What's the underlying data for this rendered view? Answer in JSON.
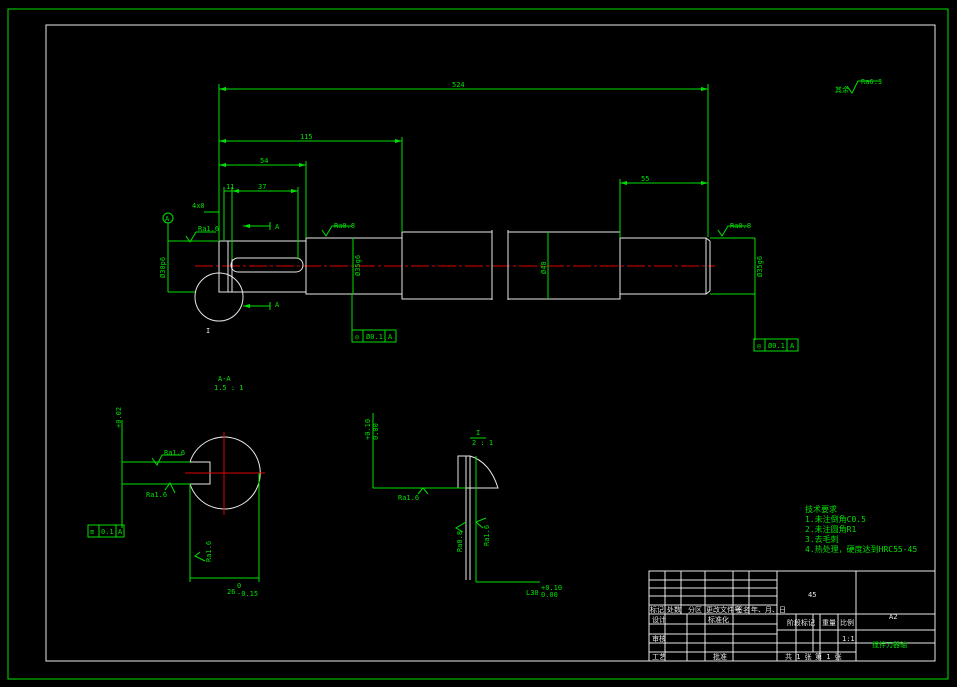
{
  "dimensions": {
    "overall_length": "524",
    "len_115": "115",
    "len_54": "54",
    "len_37": "37",
    "len_11": "11",
    "len_55": "55",
    "chamfer": "4x0",
    "dia_30": "Ø30p6",
    "dia_35_left": "Ø35g6",
    "dia_40": "Ø40",
    "dia_35_right": "Ø35g6",
    "keyway_depth": "26",
    "keyway_tol_upper": "0",
    "keyway_tol_lower": "-0.15",
    "keyway_width_tol": "+0.02",
    "detail_tol_upper": "+0.10",
    "detail_tol_lower": "0.00",
    "detail_length": "L30",
    "detail_len_upper": "+0.10",
    "detail_len_lower": "0.00"
  },
  "roughness": {
    "general": "Ra6.3",
    "general_prefix": "其余",
    "ra16": "Ra1.6",
    "ra08_left": "Ra0.8",
    "ra08_right": "Ra0.8",
    "section_top": "Ra1.6",
    "section_bottom": "Ra1.6",
    "section_vert": "Ra1.6",
    "detail_left": "Ra1.6",
    "detail_vert1": "Ra0.8",
    "detail_vert2": "Ra1.6"
  },
  "tolerance_frames": {
    "runout_left": {
      "symbol": "◎",
      "value": "Ø0.1",
      "datum": "A"
    },
    "runout_right": {
      "symbol": "◎",
      "value": "Ø0.1",
      "datum": "A"
    },
    "symmetry": {
      "symbol": "≡",
      "value": "0.1",
      "datum": "A"
    }
  },
  "labels": {
    "datum_a": "A",
    "cut_a_top": "A",
    "cut_a_bottom": "A",
    "detail_ref": "I",
    "section_title": "A-A",
    "section_scale": "1.5 : 1",
    "detail_title": "I",
    "detail_scale": "2 : 1"
  },
  "tech_requirements": {
    "heading": "技术要求",
    "items": [
      "1.未注倒角C0.5",
      "2.未注圆角R1",
      "3.去毛刺",
      "4.热处理，硬度达到HRC55-45"
    ]
  },
  "title_block": {
    "material": "45",
    "drawing_no": "A2",
    "part_name": "搅拌刀器轴",
    "header_cells": [
      "标记",
      "处数",
      "分区",
      "更改文件号",
      "签名",
      "年、月、日"
    ],
    "row_design": "设计",
    "row_standard": "标准化",
    "row_check": "审核",
    "row_process": "工艺",
    "row_approve": "批准",
    "stage_mark": "阶段标记",
    "weight": "重量",
    "scale_label": "比例",
    "scale_value": "1:1",
    "sheet_total": "共  1  张",
    "sheet_no": "第  1  张"
  }
}
